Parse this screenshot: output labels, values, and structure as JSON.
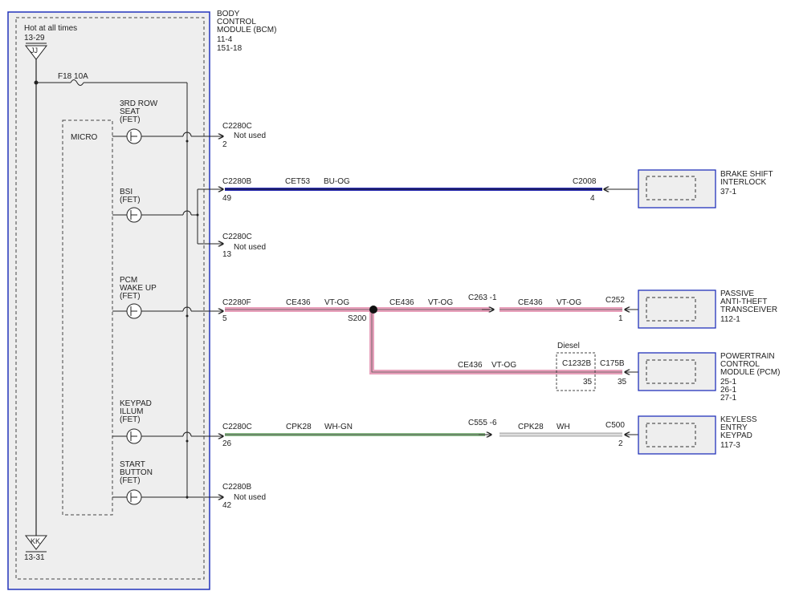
{
  "colors": {
    "module_fill": "#eeeeee",
    "module_border": "#2233bb",
    "wire_dark": "#222222",
    "wire_blue": "#2b2fb5",
    "wire_pink": "#e8a0bb",
    "wire_green": "#8dbd8a",
    "wire_white": "#dddddd"
  },
  "bcm": {
    "title_lines": [
      "BODY",
      "CONTROL",
      "MODULE (BCM)",
      "11-4",
      "151-18"
    ],
    "hot_label": "Hot at all times",
    "hot_ref": "13-29",
    "top_connector": "JJ",
    "fuse_label": "F18  10A",
    "micro_label": "MICRO",
    "bottom_connector": "KK",
    "bottom_ref": "13-31",
    "fets": [
      {
        "label_lines": [
          "3RD ROW",
          "SEAT",
          "(FET)"
        ]
      },
      {
        "label_lines": [
          "BSI",
          "(FET)"
        ]
      },
      {
        "label_lines": [
          "PCM",
          "WAKE UP",
          "(FET)"
        ]
      },
      {
        "label_lines": [
          "KEYPAD",
          "ILLUM",
          "(FET)"
        ]
      },
      {
        "label_lines": [
          "START",
          "BUTTON",
          "(FET)"
        ]
      }
    ]
  },
  "bcm_pins": [
    {
      "connector": "C2280C",
      "pin": "2",
      "note": "Not used"
    },
    {
      "connector": "C2280B",
      "pin": "49",
      "note": ""
    },
    {
      "connector": "C2280C",
      "pin": "13",
      "note": "Not used"
    },
    {
      "connector": "C2280F",
      "pin": "5",
      "note": ""
    },
    {
      "connector": "C2280C",
      "pin": "26",
      "note": ""
    },
    {
      "connector": "C2280B",
      "pin": "42",
      "note": "Not used"
    }
  ],
  "circuits": {
    "bsi": {
      "circuit": "CET53",
      "color": "BU-OG",
      "far_connector": "C2008",
      "far_pin": "4"
    },
    "pcm_main": {
      "circuit": "CE436",
      "color": "VT-OG",
      "splice": "S200"
    },
    "pcm_mid": {
      "circuit": "CE436",
      "color": "VT-OG",
      "inline_connector": "C263 -1"
    },
    "pcm_right": {
      "circuit": "CE436",
      "color": "VT-OG",
      "far_connector": "C252",
      "far_pin": "1"
    },
    "pcm_branch": {
      "circuit": "CE436",
      "color": "VT-OG",
      "diesel_label": "Diesel",
      "diesel_connector": "C1232B",
      "diesel_pin": "35",
      "far_connector": "C175B",
      "far_pin": "35"
    },
    "keypad": {
      "circuit": "CPK28",
      "color": "WH-GN",
      "inline_connector": "C555 -6"
    },
    "keypad_right": {
      "circuit": "CPK28",
      "color": "WH",
      "far_connector": "C500",
      "far_pin": "2"
    }
  },
  "components": [
    {
      "name_lines": [
        "BRAKE SHIFT",
        "INTERLOCK",
        "37-1"
      ]
    },
    {
      "name_lines": [
        "PASSIVE",
        "ANTI-THEFT",
        "TRANSCEIVER",
        "112-1"
      ]
    },
    {
      "name_lines": [
        "POWERTRAIN",
        "CONTROL",
        "MODULE (PCM)",
        "25-1",
        "26-1",
        "27-1"
      ]
    },
    {
      "name_lines": [
        "KEYLESS",
        "ENTRY",
        "KEYPAD",
        "117-3"
      ]
    }
  ]
}
